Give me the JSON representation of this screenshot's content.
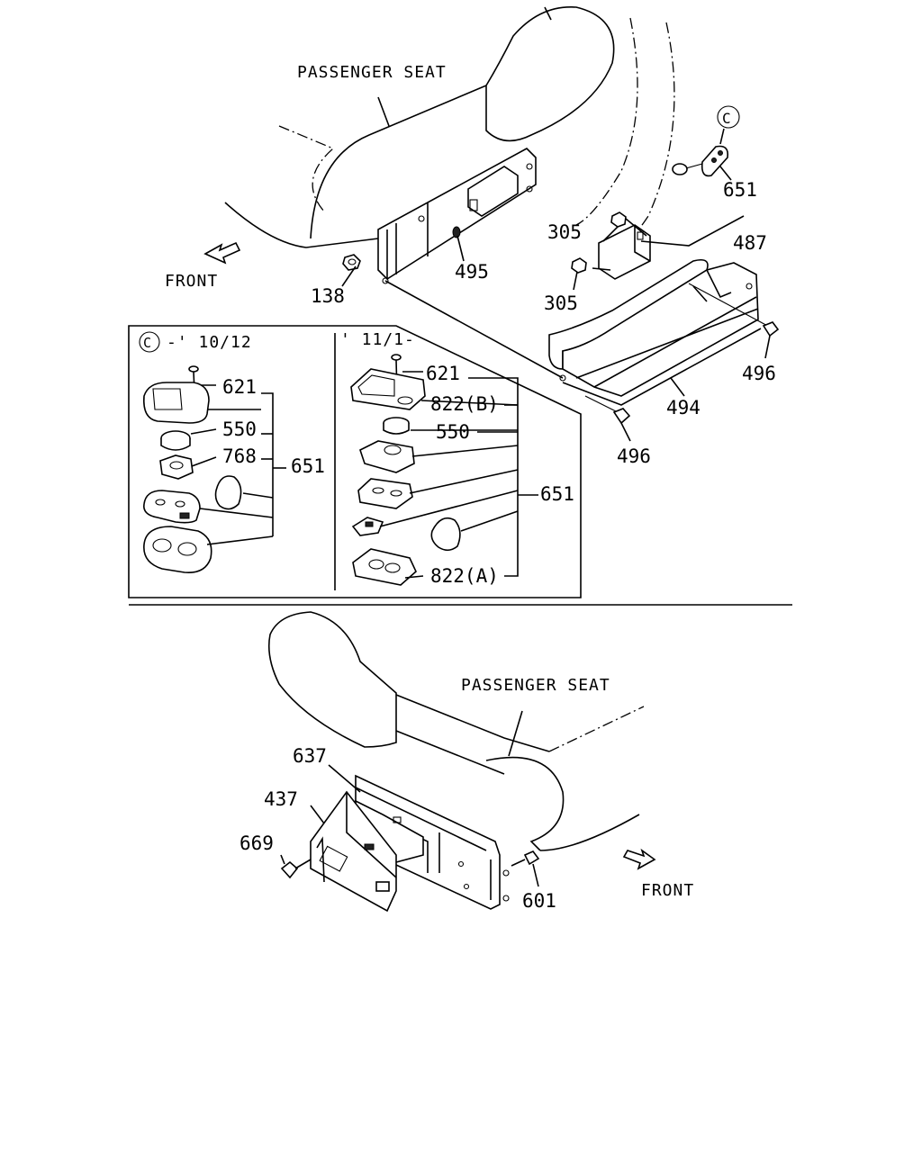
{
  "top": {
    "seat_label": "PASSENGER SEAT",
    "front_label": "FRONT",
    "callout_c": "C",
    "parts": {
      "p651": "651",
      "p305a": "305",
      "p305b": "305",
      "p487": "487",
      "p495": "495",
      "p138": "138",
      "p496a": "496",
      "p496b": "496",
      "p494": "494"
    }
  },
  "inset_left": {
    "header_c": "C",
    "header_range": "-' 10/12",
    "parts": {
      "p621": "621",
      "p550": "550",
      "p768": "768",
      "p651": "651"
    }
  },
  "inset_right": {
    "header_range": "' 11/1-",
    "parts": {
      "p621": "621",
      "p822b": "822(B)",
      "p550": "550",
      "p651": "651",
      "p822a": "822(A)"
    }
  },
  "bottom": {
    "seat_label": "PASSENGER SEAT",
    "front_label": "FRONT",
    "parts": {
      "p637": "637",
      "p437": "437",
      "p669": "669",
      "p601": "601"
    }
  }
}
